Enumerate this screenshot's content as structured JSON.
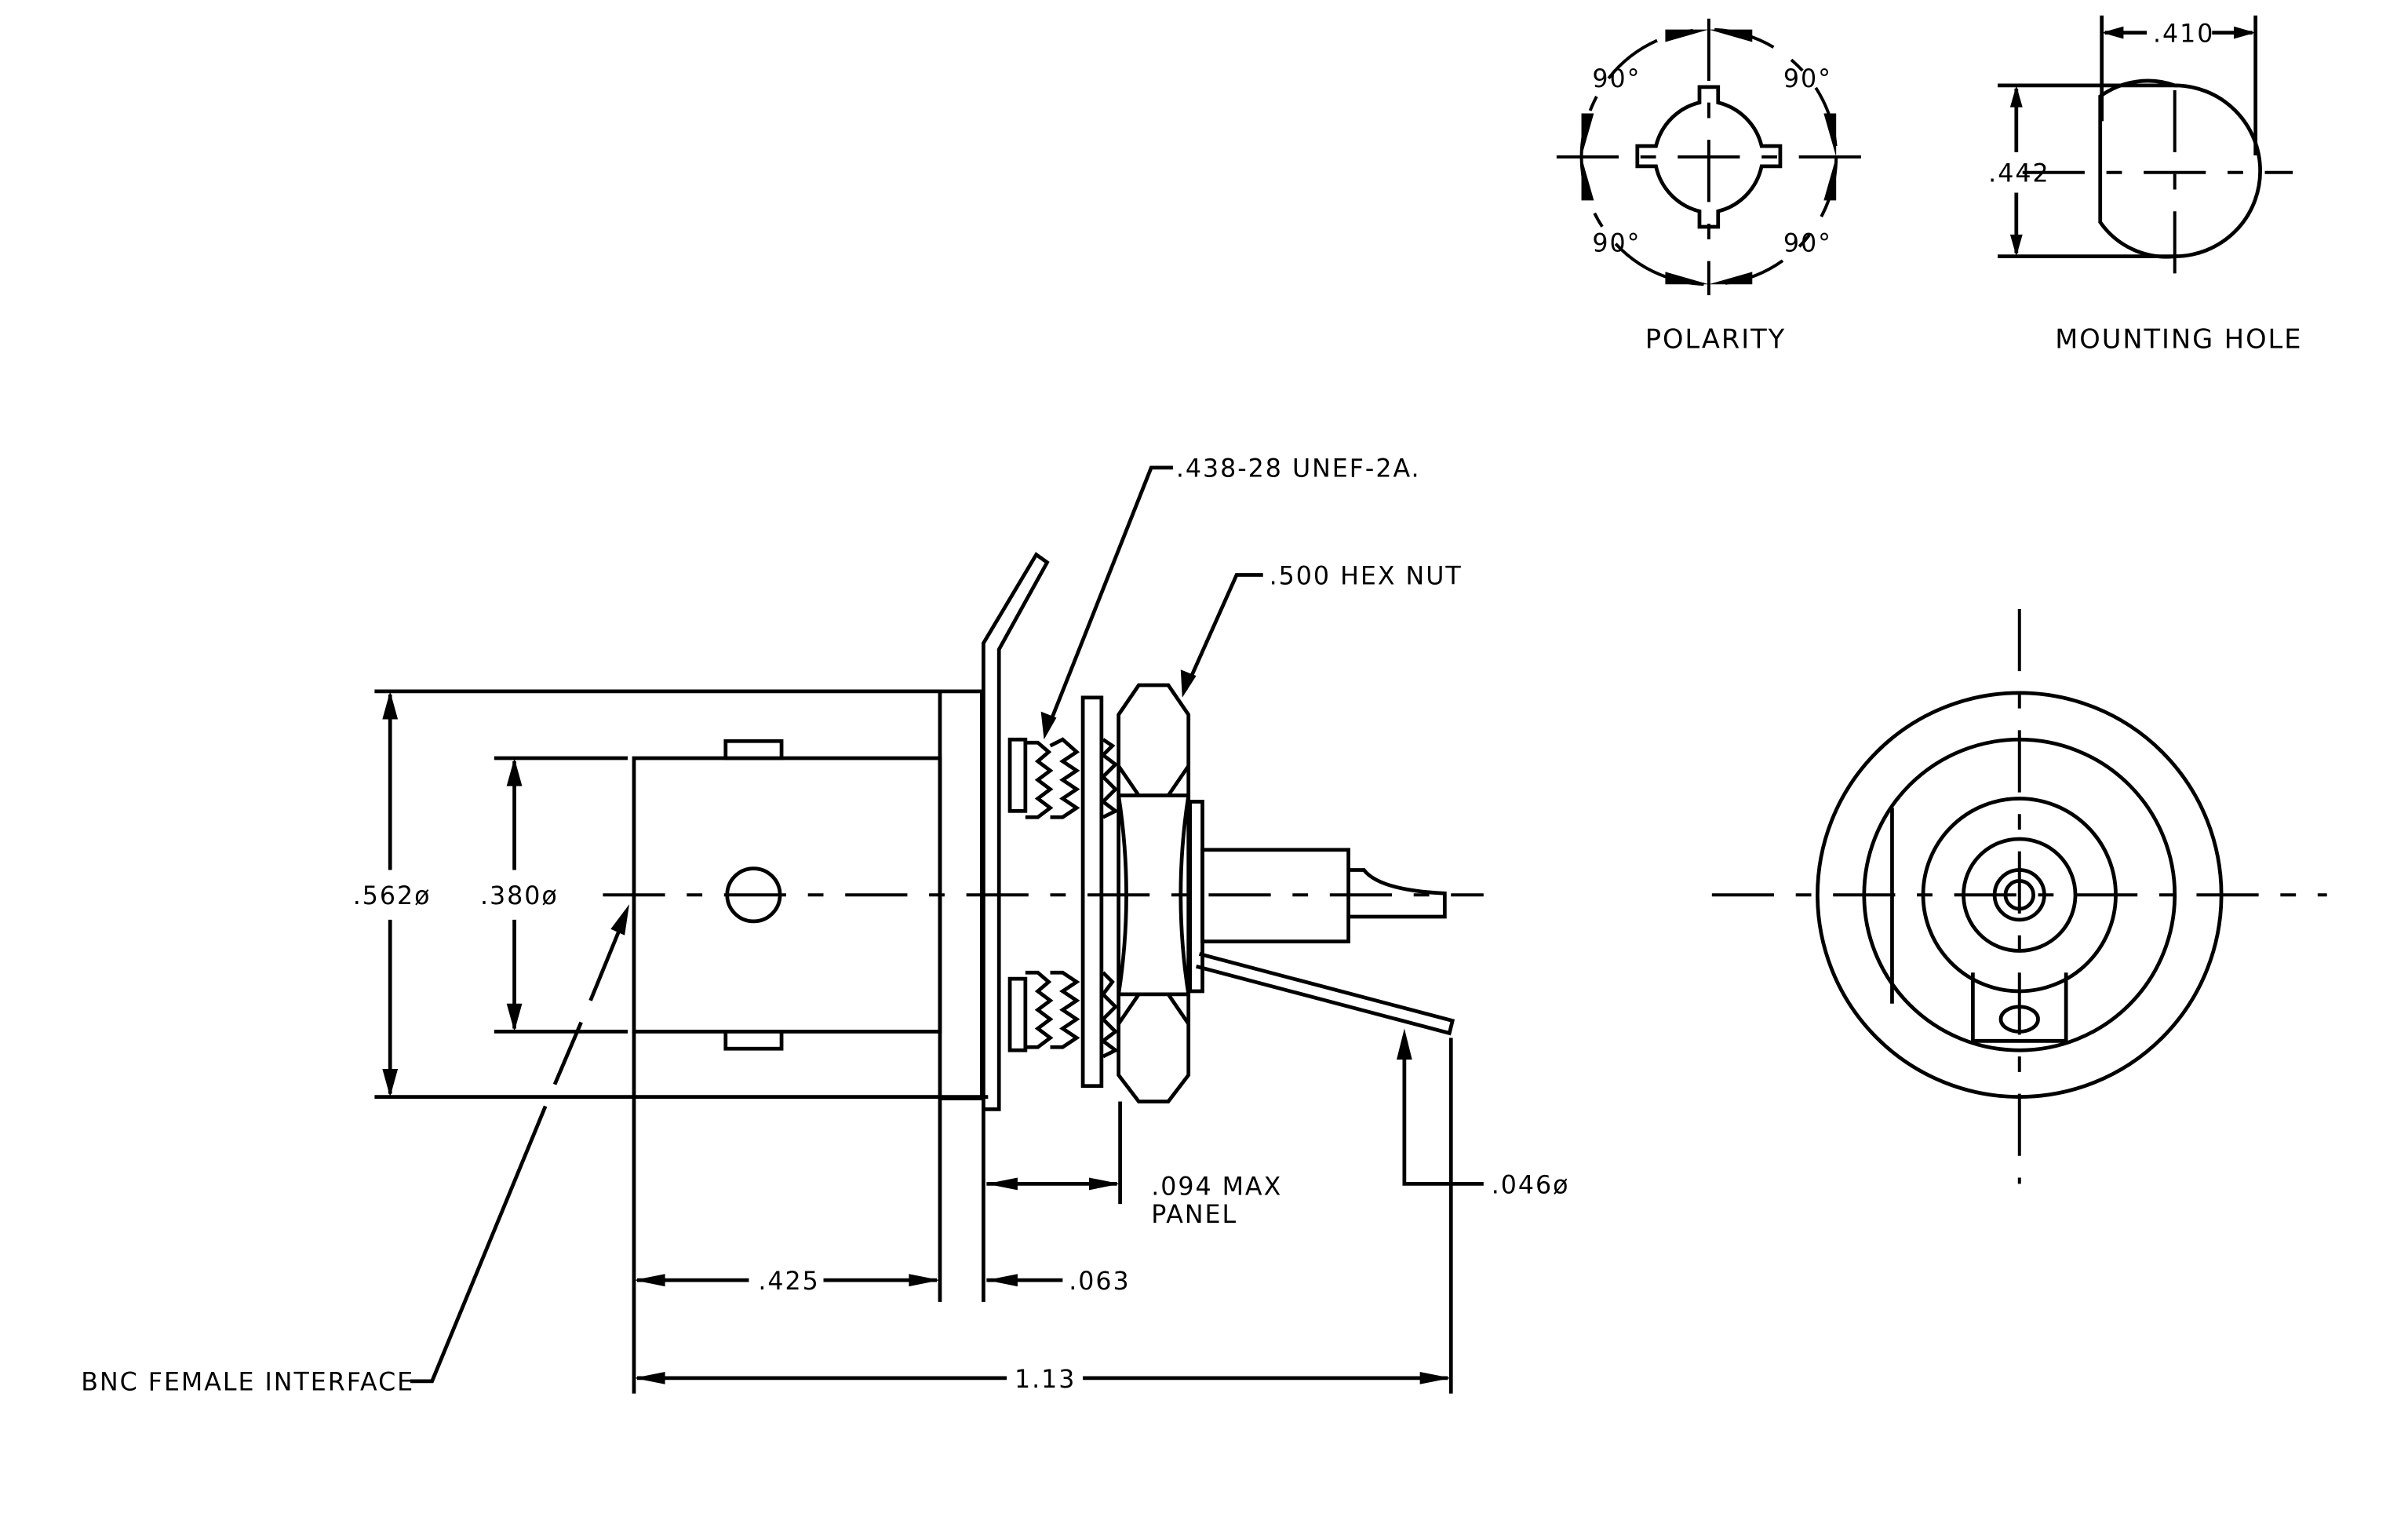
{
  "labels": {
    "polarity_title": "POLARITY",
    "mounting_hole_title": "MOUNTING HOLE",
    "angle_tl": "90°",
    "angle_tr": "90°",
    "angle_bl": "90°",
    "angle_br": "90°",
    "hole_width": ".410",
    "hole_height": ".442",
    "thread_spec": ".438-28 UNEF-2A.",
    "hex_nut": ".500 HEX NUT",
    "outer_diameter": ".562ø",
    "inner_diameter": ".380ø",
    "panel_max_line1": ".094 MAX",
    "panel_max_line2": "PANEL",
    "pin_diameter": ".046ø",
    "length_body": ".425",
    "length_flange": ".063",
    "length_total": "1.13",
    "bnc_interface": "BNC FEMALE INTERFACE"
  }
}
